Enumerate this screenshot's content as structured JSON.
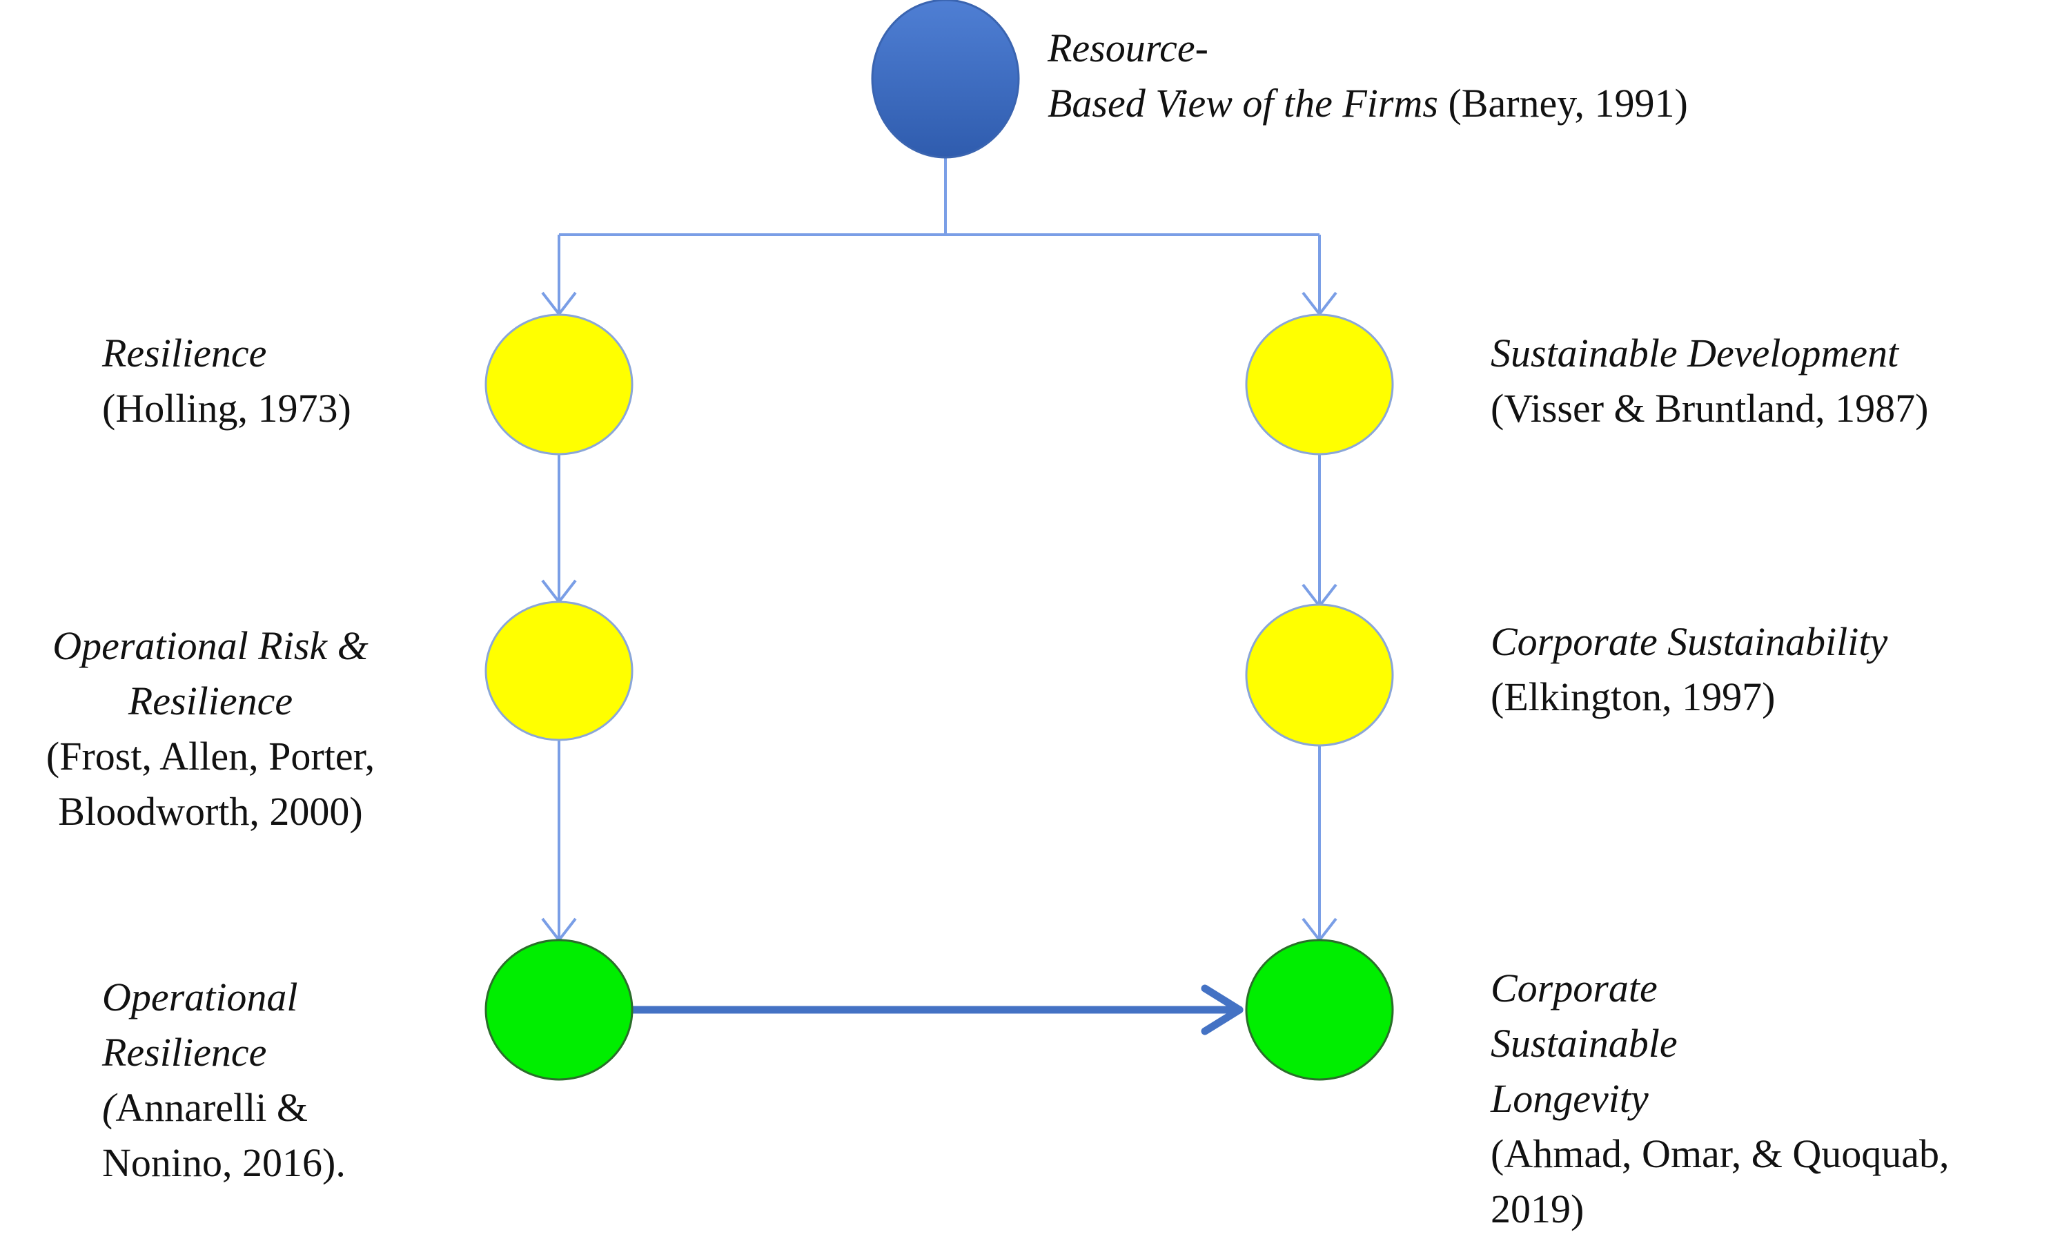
{
  "colors": {
    "top_node": "#3f6fc4",
    "mid_node": "#ffff00",
    "bottom_node": "#00ee00",
    "connector": "#7a9ee6",
    "main_arrow": "#4472c4"
  },
  "nodes": {
    "top": {
      "title_line1": "Resource-",
      "title_line2": "Based View of the Firms",
      "citation": " (Barney, 1991)"
    },
    "left1": {
      "title": "Resilience",
      "citation": "(Holling, 1973)"
    },
    "left2": {
      "title_line1": "Operational Risk &",
      "title_line2": "Resilience",
      "citation_line1": "(Frost, Allen, Porter,",
      "citation_line2": "Bloodworth, 2000)"
    },
    "left3": {
      "title_line1": "Operational",
      "title_line2": "Resilience",
      "citation_line1_italic": "(",
      "citation_line1": "Annarelli &",
      "citation_line2": "Nonino, 2016)."
    },
    "right1": {
      "title": "Sustainable Development",
      "citation": "(Visser & Bruntland, 1987)"
    },
    "right2": {
      "title": "Corporate Sustainability",
      "citation": "(Elkington, 1997)"
    },
    "right3": {
      "title_line1": "Corporate",
      "title_line2": "Sustainable",
      "title_line3": "Longevity",
      "citation_line1": "(Ahmad, Omar, & Quoquab,",
      "citation_line2": "2019)"
    }
  }
}
